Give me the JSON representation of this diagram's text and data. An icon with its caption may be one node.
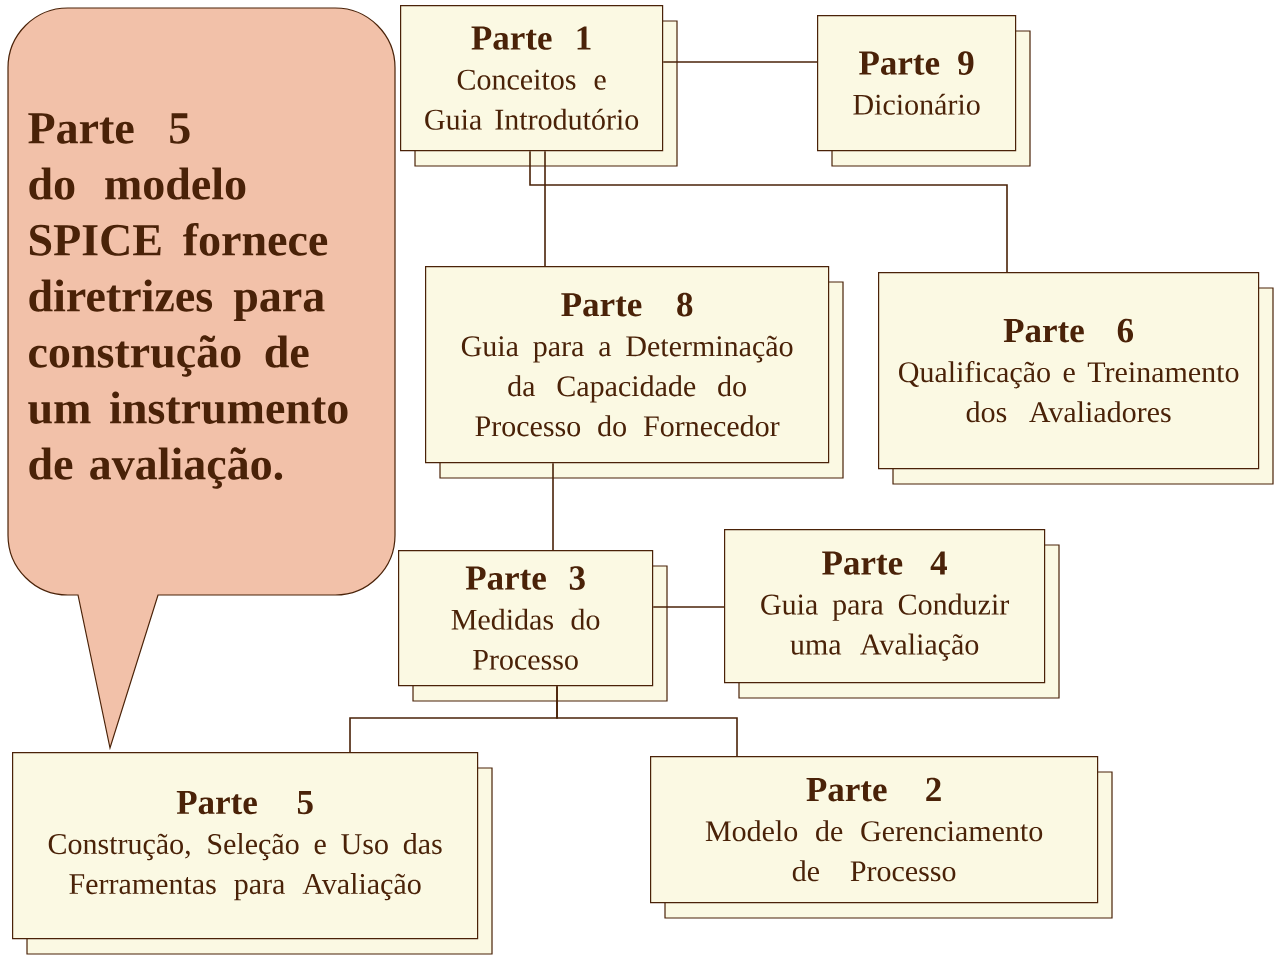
{
  "diagram": {
    "nodes": [
      {
        "text": [
          "Parte 5 do modelo SPICE fornece diretrizes para construção de um instrumento de avaliação."
        ]
      },
      {
        "text": [
          "Parte 1",
          "Conceitos e Guia Introdutório"
        ]
      },
      {
        "text": [
          "Parte 9",
          "Dicionário"
        ]
      },
      {
        "text": [
          "Parte 8",
          "Guia para a Determinação da Capacidade do Processo do Fornecedor"
        ]
      },
      {
        "text": [
          "Parte 6",
          "Qualificação e Treinamento dos Avaliadores"
        ]
      },
      {
        "text": [
          "Parte 3",
          "Medidas do Processo"
        ]
      },
      {
        "text": [
          "Parte 4",
          "Guia para Conduzir uma Avaliação"
        ]
      },
      {
        "text": [
          "Parte 5",
          "Construção, Seleção e Uso das Ferramentas para Avaliação"
        ]
      },
      {
        "text": [
          "Parte 2",
          "Modelo de Gerenciamento de Processo"
        ]
      }
    ],
    "edges": [
      {
        "from": 1,
        "to": 2,
        "arrow": "none"
      },
      {
        "from": 1,
        "to": 4,
        "arrow": "none"
      },
      {
        "from": 1,
        "to": 3,
        "arrow": "none"
      },
      {
        "from": 3,
        "to": 5,
        "arrow": "none"
      },
      {
        "from": 5,
        "to": 6,
        "arrow": "none"
      },
      {
        "from": 5,
        "to": 7,
        "arrow": "none"
      },
      {
        "from": 5,
        "to": 8,
        "arrow": "none"
      }
    ]
  }
}
